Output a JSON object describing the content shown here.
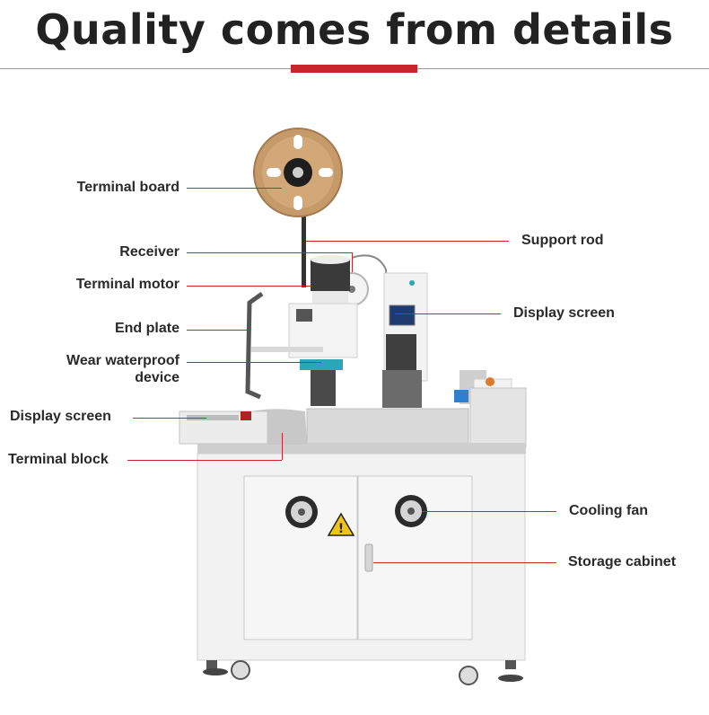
{
  "header": {
    "title": "Quality comes from details"
  },
  "colors": {
    "accent": "#c8262c",
    "text": "#222222",
    "machine_body": "#f2f2f2"
  },
  "callouts": {
    "terminal_board": "Terminal board",
    "receiver": "Receiver",
    "terminal_motor": "Terminal motor",
    "end_plate": "End plate",
    "wear_waterproof_1": "Wear waterproof",
    "wear_waterproof_2": "device",
    "display_screen_left": "Display screen",
    "terminal_block": "Terminal block",
    "support_rod": "Support rod",
    "display_screen_right": "Display screen",
    "cooling_fan": "Cooling fan",
    "storage_cabinet": "Storage cabinet"
  }
}
